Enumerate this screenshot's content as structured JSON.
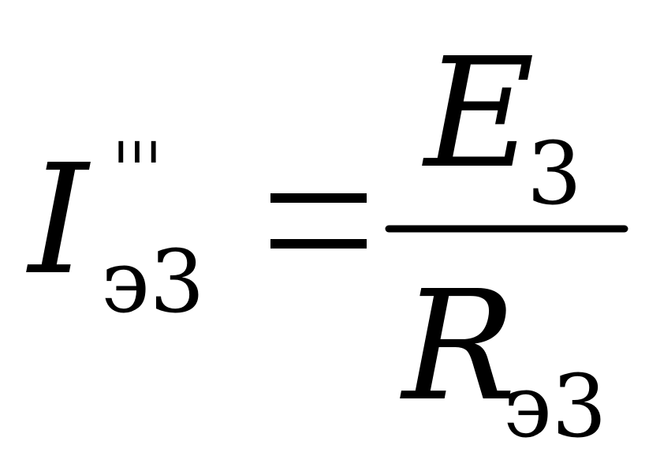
{
  "formula": {
    "lhs": {
      "symbol": "I",
      "superscript": "'''",
      "subscript": "э3"
    },
    "equals": "=",
    "rhs": {
      "numerator": {
        "symbol": "E",
        "subscript": "3"
      },
      "denominator": {
        "symbol": "R",
        "subscript": "э3"
      }
    }
  },
  "colors": {
    "ink": "#000000",
    "background": "#ffffff"
  }
}
